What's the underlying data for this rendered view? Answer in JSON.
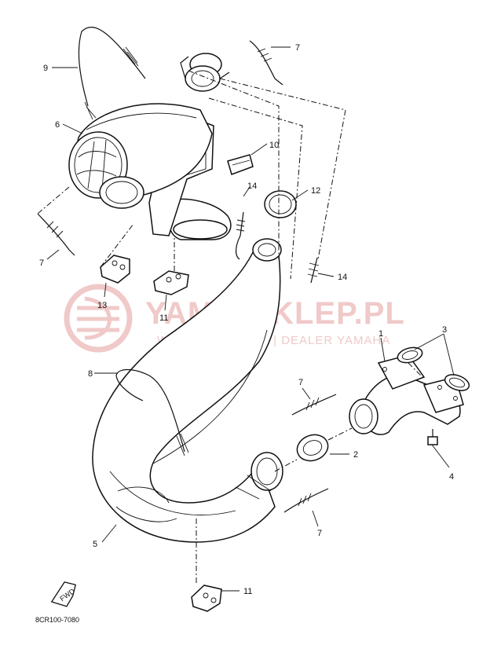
{
  "watermark": {
    "title": "YAMA-SKLEP.PL",
    "subtitle": "WOJCIECHOWICZ | DEALER YAMAHA"
  },
  "callouts": [
    "1",
    "2",
    "3",
    "4",
    "5",
    "6",
    "7",
    "7",
    "7",
    "7",
    "8",
    "9",
    "10",
    "11",
    "11",
    "12",
    "13",
    "14",
    "14"
  ],
  "fwd_label": "FWD",
  "diagram_code": "8CR100-7080",
  "colors": {
    "line": "#111111",
    "watermark": "#f0c9c9"
  }
}
